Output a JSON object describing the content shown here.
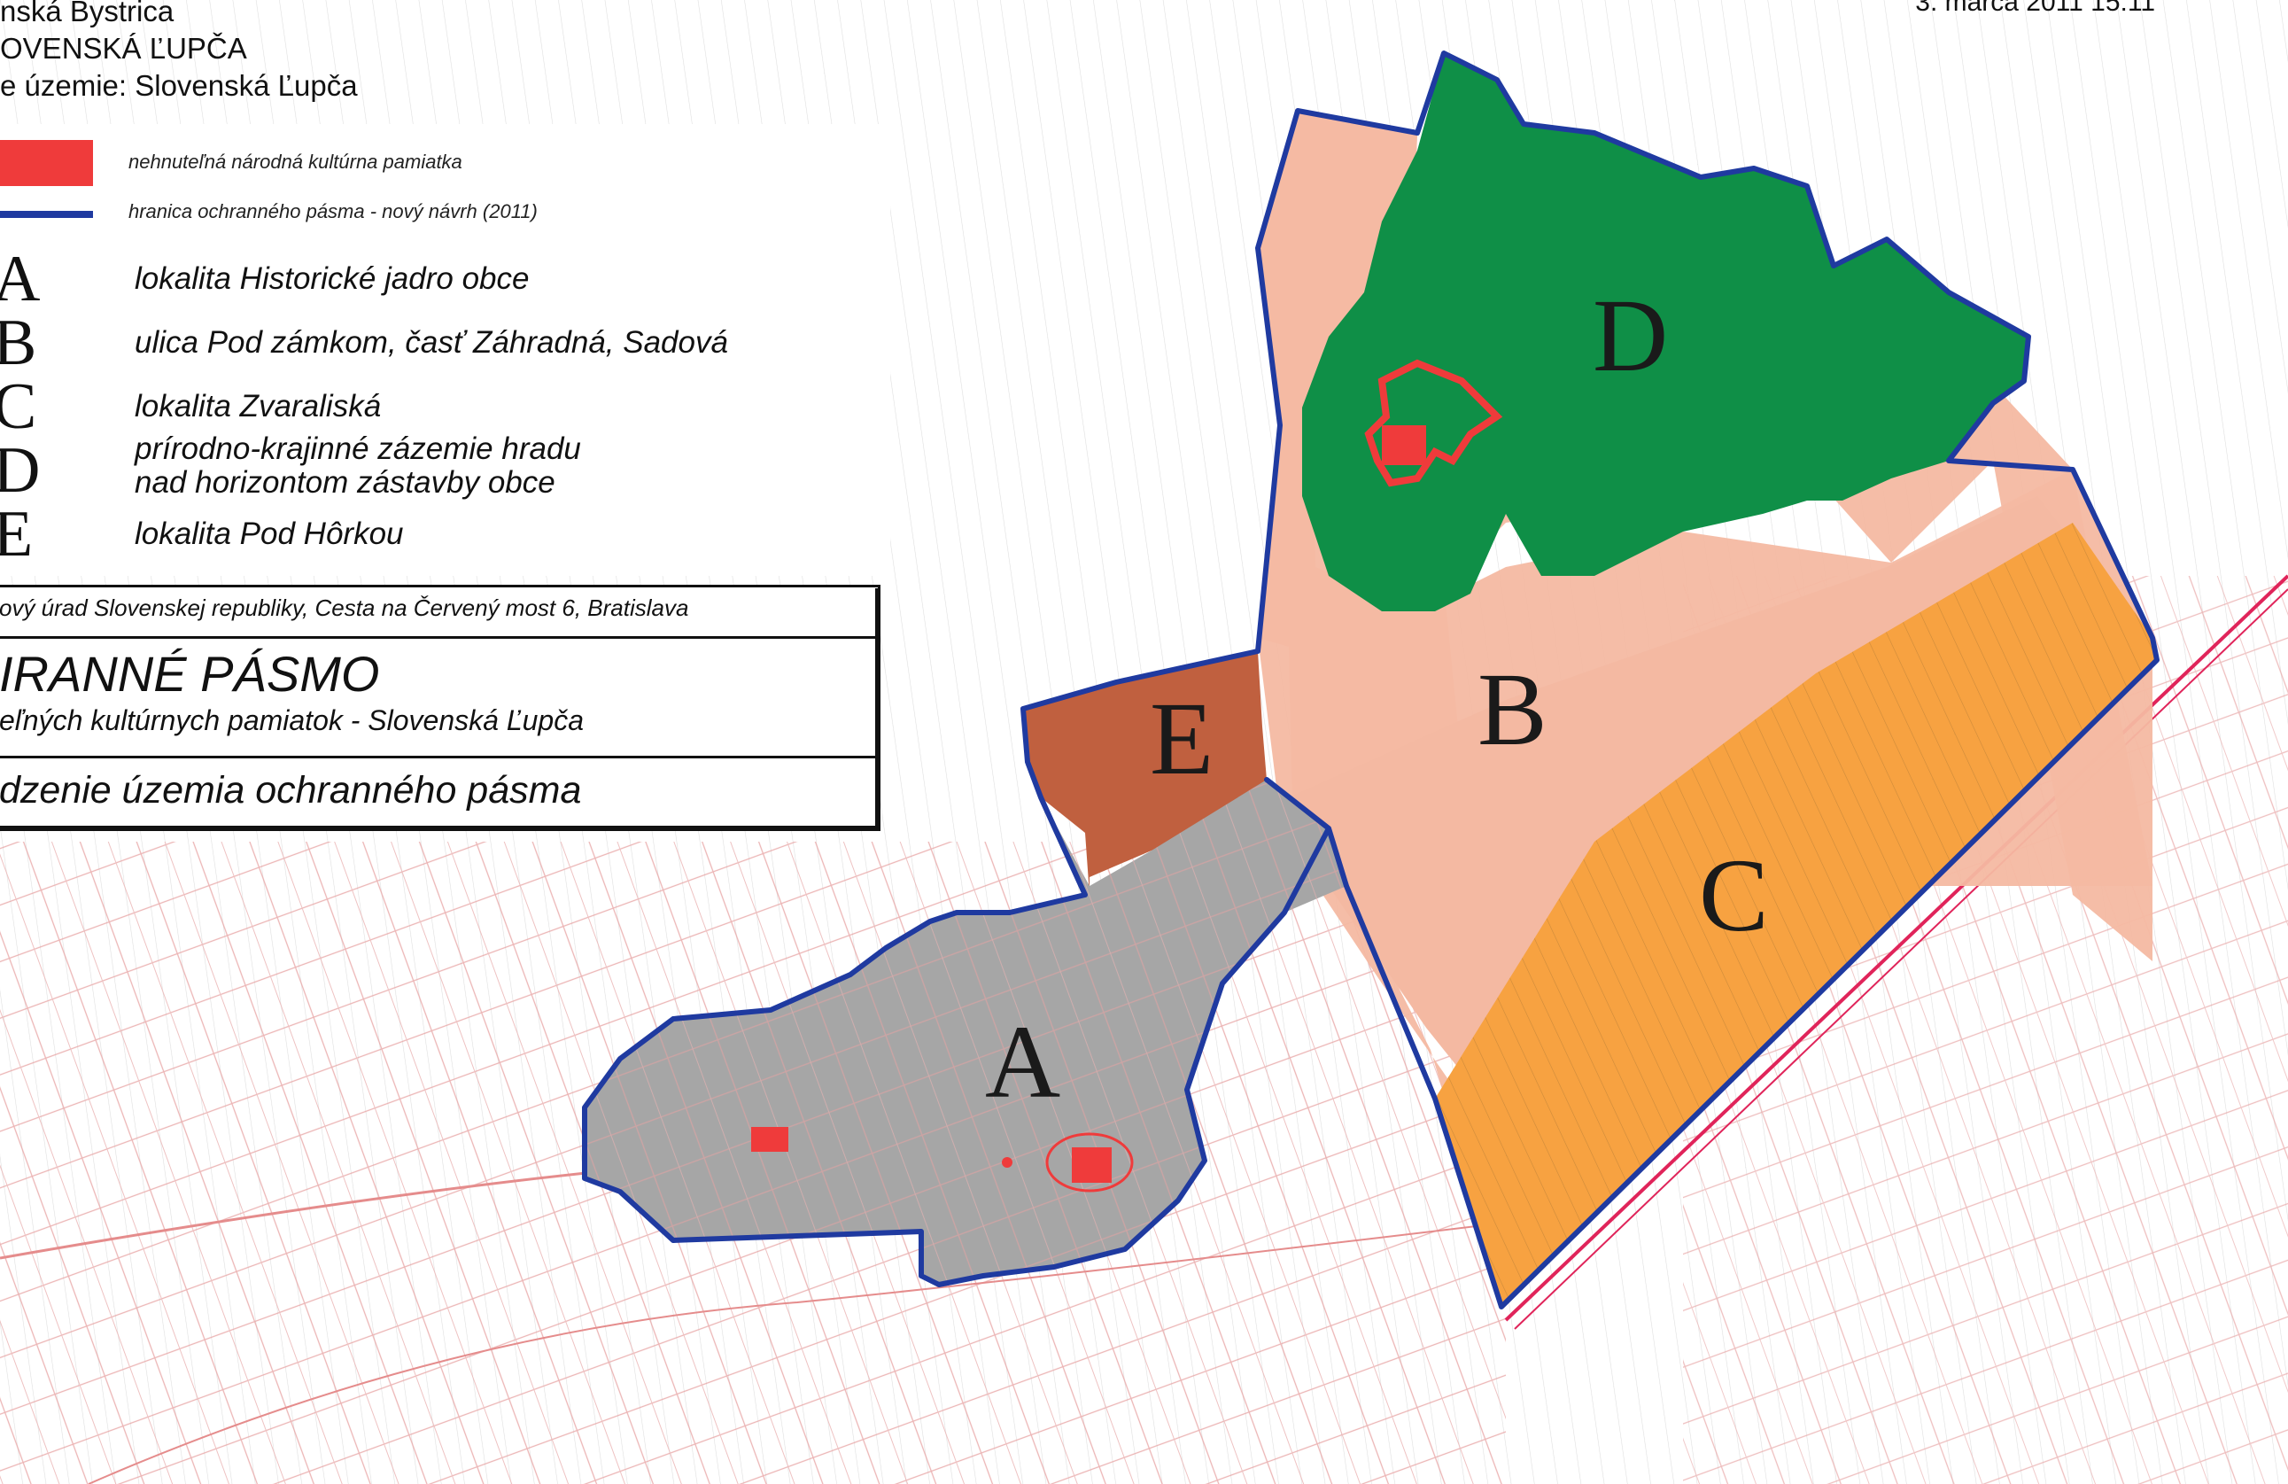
{
  "header": {
    "line1": "nská Bystrica",
    "line2": "OVENSKÁ ĽUPČA",
    "line3": "e územie: Slovenská Ľupča",
    "date": "3. marca 2011 15:11"
  },
  "legend": {
    "red_swatch_label": "nehnuteľná národná kultúrna pamiatka",
    "blue_line_label": "hranica ochranného pásma - nový návrh (2011)",
    "zones": [
      {
        "key": "A",
        "text": "lokalita Historické jadro obce"
      },
      {
        "key": "B",
        "text": "ulica Pod zámkom, časť Záhradná, Sadová"
      },
      {
        "key": "C",
        "text": "lokalita Zvaraliská"
      },
      {
        "key": "D",
        "text": "prírodno-krajinné zázemie hradu",
        "text2": "nad horizontom zástavby obce"
      },
      {
        "key": "E",
        "text": "lokalita Pod Hôrkou"
      }
    ]
  },
  "title_block": {
    "org": "ový úrad Slovenskej republiky, Cesta na Červený most 6, Bratislava",
    "title": "IRANNÉ PÁSMO",
    "subtitle": "eľných kultúrnych pamiatok - Slovenská Ľupča",
    "description": "dzenie územia ochranného pásma"
  },
  "map": {
    "zone_labels": {
      "A": "A",
      "B": "B",
      "C": "C",
      "D": "D",
      "E": "E"
    },
    "colors": {
      "zone_A": "#a6a6a6",
      "zone_B": "#f4b9a2",
      "zone_C": "#f7a241",
      "zone_D": "#0f8f47",
      "zone_E": "#c0603f",
      "boundary": "#1f3aa0",
      "monument": "#ef3b3b",
      "parcel_lines": "#e58c8c",
      "road_line": "#e0245a"
    }
  }
}
